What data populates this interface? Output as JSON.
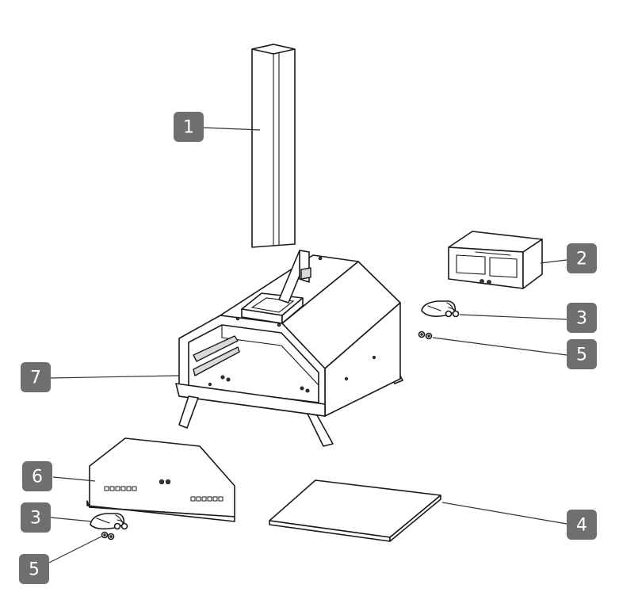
{
  "colors": {
    "badge": "#6f6f6f",
    "badge_text": "#ffffff",
    "line": "#1a1a1a",
    "background": "#ffffff"
  },
  "callouts": [
    {
      "id": "callout-1",
      "label": "1"
    },
    {
      "id": "callout-2",
      "label": "2"
    },
    {
      "id": "callout-3-right",
      "label": "3"
    },
    {
      "id": "callout-5-right",
      "label": "5"
    },
    {
      "id": "callout-7",
      "label": "7"
    },
    {
      "id": "callout-6",
      "label": "6"
    },
    {
      "id": "callout-4",
      "label": "4"
    },
    {
      "id": "callout-3-left",
      "label": "3"
    },
    {
      "id": "callout-5-left",
      "label": "5"
    }
  ]
}
